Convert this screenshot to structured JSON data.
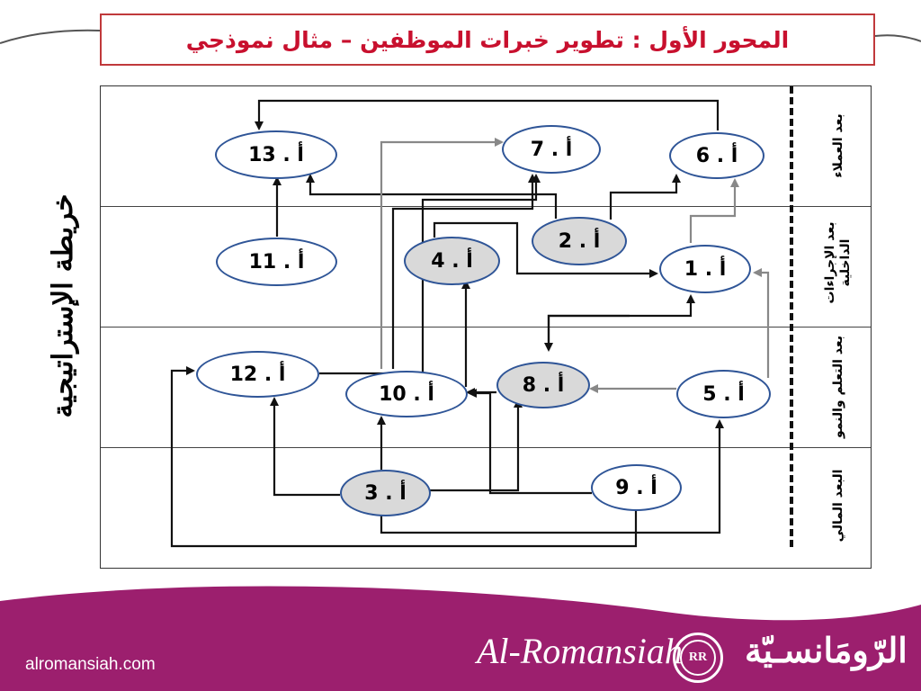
{
  "title": "المحور الأول : تطوير خبرات الموظفين – مثال نموذجي",
  "side_title": "خريطة الإستراتيجية",
  "dimensions": [
    {
      "label": "بعد العملاء"
    },
    {
      "label": "بعد الإجراءات الداخلية"
    },
    {
      "label": "بعد التعلم والنمو"
    },
    {
      "label": "البعد المالي"
    }
  ],
  "nodes": {
    "n13": "أ . 13",
    "n7": "أ . 7",
    "n6": "أ . 6",
    "n11": "أ . 11",
    "n4": "أ . 4",
    "n2": "أ . 2",
    "n1": "أ . 1",
    "n12": "أ . 12",
    "n10": "أ . 10",
    "n8": "أ . 8",
    "n5": "أ . 5",
    "n3": "أ . 3",
    "n9": "أ . 9"
  },
  "footer": {
    "url": "alromansiah.com",
    "brand_latin": "Al-Romansiah",
    "brand_arabic": "الرّومَانسـيّة",
    "seal_text": "RR"
  },
  "colors": {
    "accent": "#9c1f6e",
    "title_text": "#c8102e",
    "node_border": "#2f5597",
    "node_gray": "#d9d9d9"
  }
}
